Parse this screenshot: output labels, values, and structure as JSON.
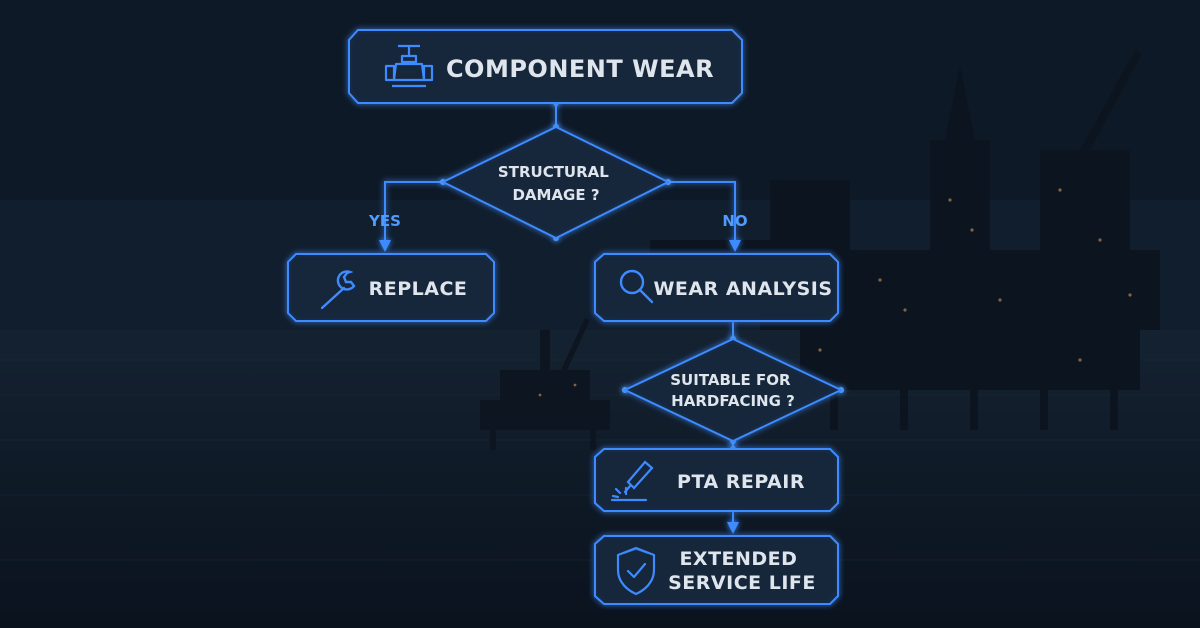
{
  "nodes": {
    "component_wear": "COMPONENT WEAR",
    "structural_damage": [
      "STRUCTURAL",
      "DAMAGE ?"
    ],
    "replace": "REPLACE",
    "wear_analysis": "WEAR ANALYSIS",
    "hardfacing": [
      "SUITABLE FOR",
      "HARDFACING ?"
    ],
    "pta_repair": "PTA REPAIR",
    "extended_life": [
      "EXTENDED",
      "SERVICE LIFE"
    ]
  },
  "branches": {
    "yes": "YES",
    "no": "NO"
  },
  "icons": {
    "component_wear": "valve-icon",
    "replace": "wrench-icon",
    "wear_analysis": "magnifier-icon",
    "pta_repair": "welding-torch-icon",
    "extended_life": "shield-check-icon"
  },
  "colors": {
    "accent": "#3d8bff",
    "text": "#dfe5ec",
    "box_fill": "#16263a"
  }
}
